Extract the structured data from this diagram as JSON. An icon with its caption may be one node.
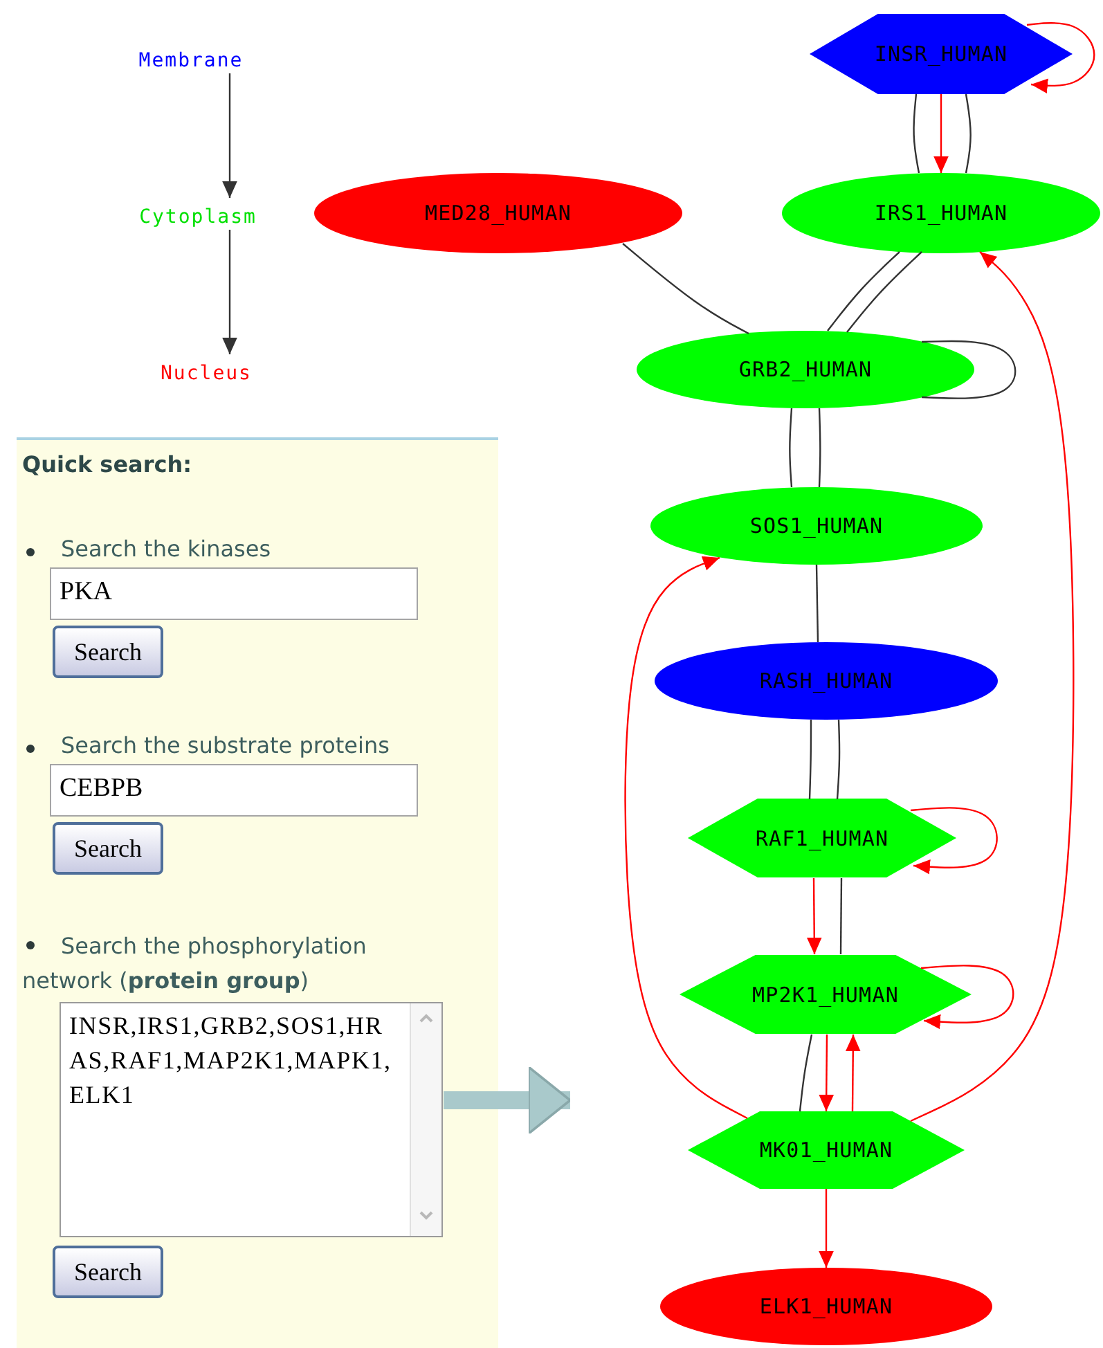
{
  "diagram": {
    "nodes": [
      {
        "text": [
          "Membrane"
        ]
      },
      {
        "text": [
          "Cytoplasm"
        ]
      },
      {
        "text": [
          "Nucleus"
        ]
      },
      {
        "text": [
          "INSR_HUMAN"
        ]
      },
      {
        "text": [
          "MED28_HUMAN"
        ]
      },
      {
        "text": [
          "IRS1_HUMAN"
        ]
      },
      {
        "text": [
          "GRB2_HUMAN"
        ]
      },
      {
        "text": [
          "SOS1_HUMAN"
        ]
      },
      {
        "text": [
          "RASH_HUMAN"
        ]
      },
      {
        "text": [
          "RAF1_HUMAN"
        ]
      },
      {
        "text": [
          "MP2K1_HUMAN"
        ]
      },
      {
        "text": [
          "MK01_HUMAN"
        ]
      },
      {
        "text": [
          "ELK1_HUMAN"
        ]
      },
      {
        "text": [
          "Quick search:"
        ]
      },
      {
        "text": [
          "INSR,IRS1,GRB2,SOS1,HRAS,RAF1,MAP2K1,MAPK1,ELK1"
        ],
        "in": 13
      }
    ],
    "edges": [
      {
        "from": 0,
        "to": 1,
        "arrow": "to"
      },
      {
        "from": 1,
        "to": 2,
        "arrow": "to"
      },
      {
        "from": 3,
        "to": 3,
        "arrow": "to",
        "color": "#ff0000"
      },
      {
        "from": 3,
        "to": 5,
        "arrow": "none"
      },
      {
        "from": 3,
        "to": 5,
        "arrow": "to",
        "color": "#ff0000"
      },
      {
        "from": 3,
        "to": 5,
        "arrow": "none"
      },
      {
        "from": 4,
        "to": 6,
        "arrow": "none"
      },
      {
        "from": 5,
        "to": 6,
        "arrow": "none"
      },
      {
        "from": 5,
        "to": 6,
        "arrow": "none"
      },
      {
        "from": 6,
        "to": 6,
        "arrow": "none"
      },
      {
        "from": 6,
        "to": 7,
        "arrow": "none"
      },
      {
        "from": 6,
        "to": 7,
        "arrow": "none"
      },
      {
        "from": 7,
        "to": 8,
        "arrow": "none"
      },
      {
        "from": 8,
        "to": 9,
        "arrow": "none"
      },
      {
        "from": 8,
        "to": 9,
        "arrow": "none"
      },
      {
        "from": 9,
        "to": 9,
        "arrow": "to",
        "color": "#ff0000"
      },
      {
        "from": 9,
        "to": 10,
        "arrow": "to",
        "color": "#ff0000"
      },
      {
        "from": 9,
        "to": 10,
        "arrow": "none"
      },
      {
        "from": 10,
        "to": 10,
        "arrow": "to",
        "color": "#ff0000"
      },
      {
        "from": 10,
        "to": 11,
        "arrow": "none"
      },
      {
        "from": 10,
        "to": 11,
        "arrow": "to",
        "color": "#ff0000"
      },
      {
        "from": 11,
        "to": 10,
        "arrow": "to",
        "color": "#ff0000"
      },
      {
        "from": 11,
        "to": 7,
        "arrow": "to",
        "color": "#ff0000"
      },
      {
        "from": 11,
        "to": 5,
        "arrow": "to",
        "color": "#ff0000"
      },
      {
        "from": 11,
        "to": 12,
        "arrow": "to",
        "color": "#ff0000"
      },
      {
        "from": 14,
        "to": null,
        "arrow": "to",
        "style": "thick",
        "color": "#a9c9cb"
      }
    ],
    "labels": [
      "Search the kinases",
      "PKA",
      "Search",
      "Search the substrate proteins",
      "CEBPB",
      "Search",
      "Search the phosphorylation network (**protein group**)",
      "Search"
    ]
  }
}
